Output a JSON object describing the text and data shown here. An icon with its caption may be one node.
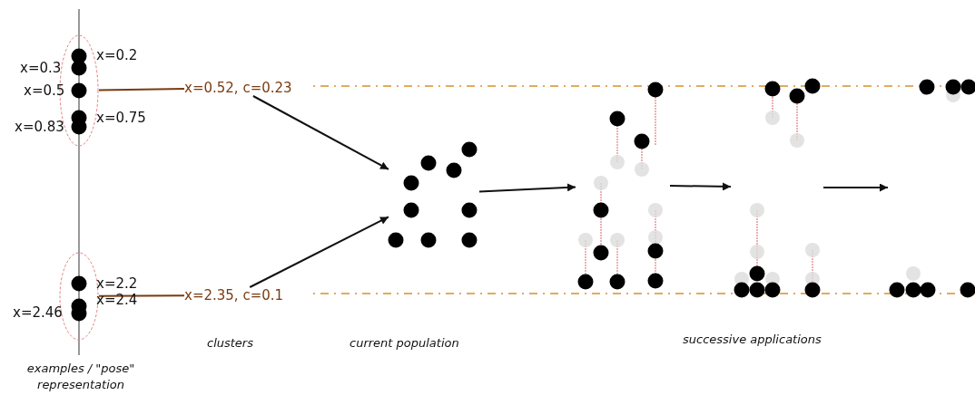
{
  "diagram": {
    "nodes": [
      {
        "text": [],
        "shape": "circle"
      },
      {
        "text": [],
        "shape": "circle"
      },
      {
        "text": [
          "x=0.52, c=0.23"
        ]
      },
      {
        "text": [
          "x=2.35, c=0.1"
        ]
      },
      {
        "text": [],
        "shape": "picture"
      },
      {
        "text": [],
        "shape": "picture"
      },
      {
        "text": [],
        "shape": "picture"
      },
      {
        "text": [],
        "shape": "picture"
      }
    ],
    "edges": [
      {
        "from": 0,
        "to": 2,
        "arrow": "none",
        "color": "#7a3a10"
      },
      {
        "from": 1,
        "to": 3,
        "arrow": "none",
        "color": "#7a3a10"
      },
      {
        "from": 2,
        "to": 4,
        "arrow": "to"
      },
      {
        "from": 3,
        "to": 4,
        "arrow": "to"
      },
      {
        "from": 4,
        "to": 5,
        "arrow": "to"
      },
      {
        "from": 5,
        "to": 6,
        "arrow": "to"
      },
      {
        "from": 6,
        "to": 7,
        "arrow": "to"
      }
    ],
    "labels": [
      "x=0.2",
      "x=0.3",
      "x=0.5",
      "x=0.75",
      "x=0.83",
      "x=2.2",
      "x=2.4",
      "x=2.46",
      "clusters",
      "current population",
      "successive applications",
      "examples / \"pose\" representation"
    ]
  }
}
